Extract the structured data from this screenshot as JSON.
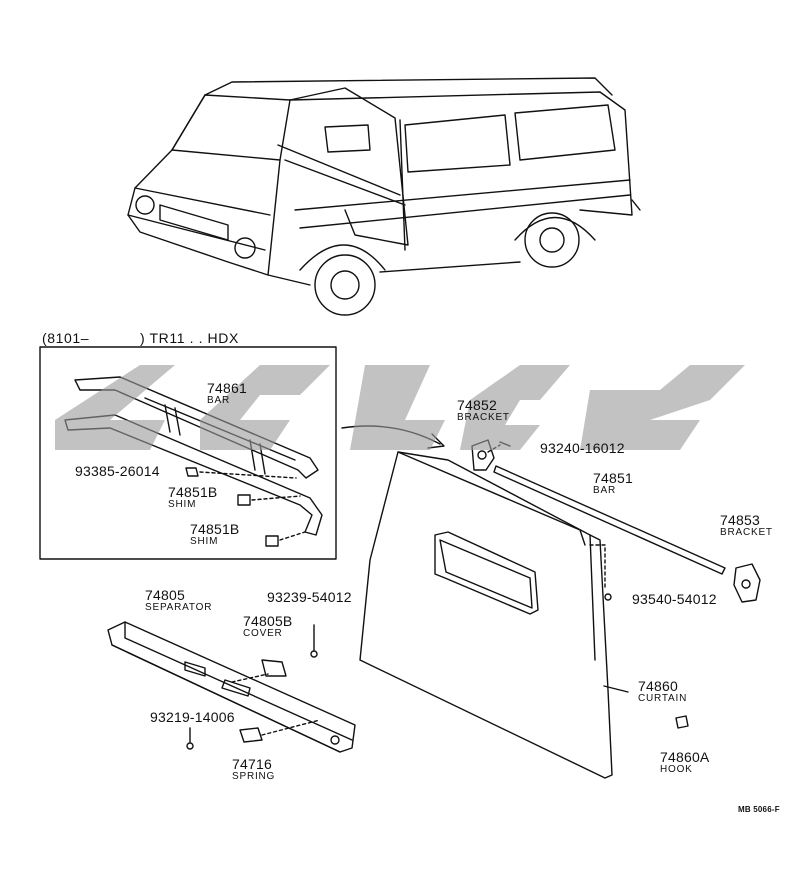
{
  "inset_header": {
    "code_open": "(8101–",
    "model": ") TR11 . . HDX"
  },
  "parts": [
    {
      "id": "p74861",
      "number": "74861",
      "name": "BAR"
    },
    {
      "id": "p93385",
      "number": "93385-26014",
      "name": ""
    },
    {
      "id": "p74851b1",
      "number": "74851B",
      "name": "SHIM"
    },
    {
      "id": "p74851b2",
      "number": "74851B",
      "name": "SHIM"
    },
    {
      "id": "p74852",
      "number": "74852",
      "name": "BRACKET"
    },
    {
      "id": "p93240",
      "number": "93240-16012",
      "name": ""
    },
    {
      "id": "p74851",
      "number": "74851",
      "name": "BAR"
    },
    {
      "id": "p74853",
      "number": "74853",
      "name": "BRACKET"
    },
    {
      "id": "p93540",
      "number": "93540-54012",
      "name": ""
    },
    {
      "id": "p74805",
      "number": "74805",
      "name": "SEPARATOR"
    },
    {
      "id": "p93239",
      "number": "93239-54012",
      "name": ""
    },
    {
      "id": "p74805b",
      "number": "74805B",
      "name": "COVER"
    },
    {
      "id": "p93219",
      "number": "93219-14006",
      "name": ""
    },
    {
      "id": "p74716",
      "number": "74716",
      "name": "SPRING"
    },
    {
      "id": "p74860",
      "number": "74860",
      "name": "CURTAIN"
    },
    {
      "id": "p74860a",
      "number": "74860A",
      "name": "HOOK"
    }
  ],
  "reference_code": "MB 5066-F",
  "colors": {
    "ink": "#111111",
    "watermark": "#9a9a9a"
  }
}
